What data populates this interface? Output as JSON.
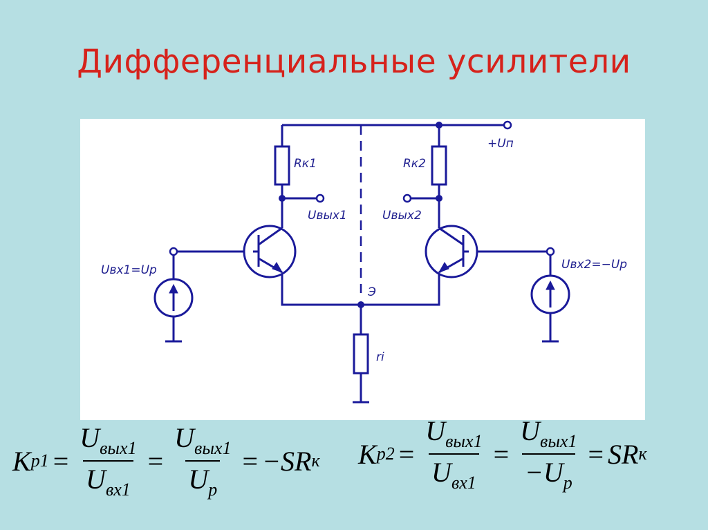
{
  "title": "Дифференциальные усилители",
  "diagram": {
    "labels": {
      "rk1": "Rк1",
      "rk2": "Rк2",
      "supply": "+Uп",
      "out1": "Uвых1",
      "out2": "Uвых2",
      "in1": "Uвх1=Uр",
      "in2": "Uвх2=−Uр",
      "node": "Э",
      "ri": "ri"
    },
    "colors": {
      "wire": "#1a1a9a",
      "label": "#1f1f8f"
    }
  },
  "formula1": {
    "k": "K",
    "k_sub": "p1",
    "num1": "U",
    "num1_sub": "вых1",
    "den1": "U",
    "den1_sub": "вх1",
    "num2": "U",
    "num2_sub": "вых1",
    "den2": "U",
    "den2_sub": "р",
    "result": "−SR",
    "result_sub": "к"
  },
  "formula2": {
    "k": "K",
    "k_sub": "p2",
    "num1": "U",
    "num1_sub": "вых1",
    "den1": "U",
    "den1_sub": "вх1",
    "num2": "U",
    "num2_sub": "вых1",
    "den2": "−U",
    "den2_sub": "р",
    "result": "SR",
    "result_sub": "к"
  }
}
